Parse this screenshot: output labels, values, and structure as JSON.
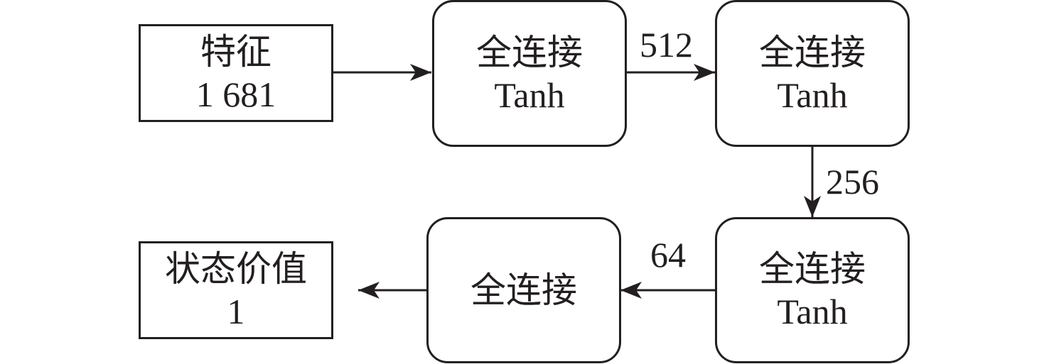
{
  "nodes": {
    "input": {
      "line1": "特征",
      "line2": "1 681"
    },
    "fc1": {
      "line1": "全连接",
      "line2": "Tanh"
    },
    "fc2": {
      "line1": "全连接",
      "line2": "Tanh"
    },
    "fc3": {
      "line1": "全连接",
      "line2": "Tanh"
    },
    "fc4": {
      "line1": "全连接"
    },
    "output": {
      "line1": "状态价值",
      "line2": "1"
    }
  },
  "edges": {
    "fc1_to_fc2": "512",
    "fc2_to_fc3": "256",
    "fc3_to_fc4": "64"
  },
  "colors": {
    "stroke": "#231f20",
    "background": "#ffffff"
  }
}
